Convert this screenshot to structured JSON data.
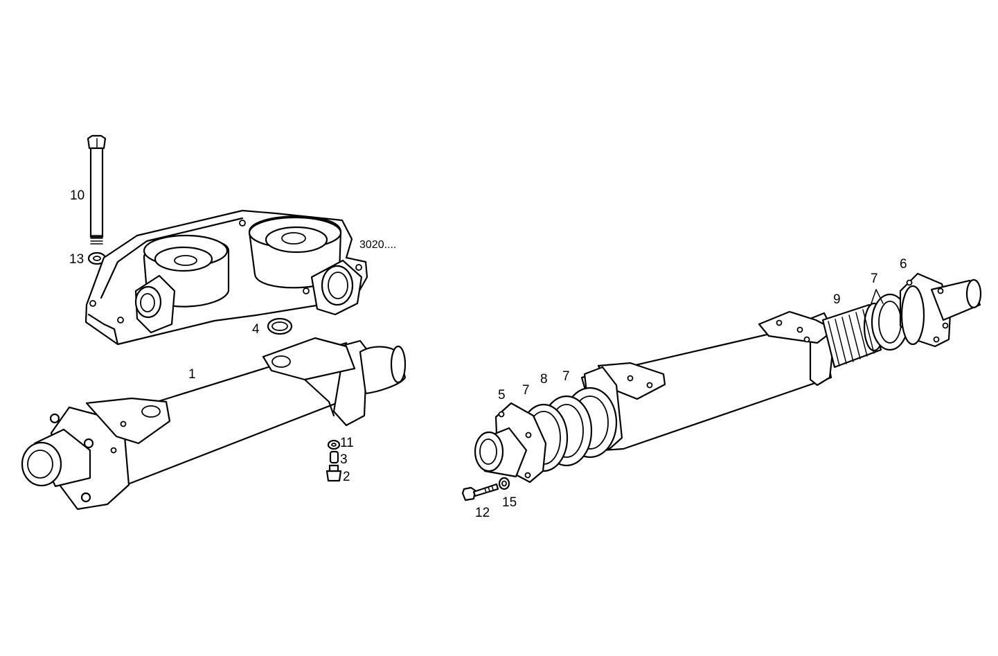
{
  "callouts": {
    "c1": "1",
    "c2": "2",
    "c3": "3",
    "c4": "4",
    "c5": "5",
    "c6": "6",
    "c7a": "7",
    "c7b": "7",
    "c7c": "7",
    "c8": "8",
    "c9": "9",
    "c10": "10",
    "c11": "11",
    "c12": "12",
    "c13": "13",
    "c15": "15",
    "ref": "3020...."
  },
  "parts": [
    {
      "num": "1",
      "name": "heat-exchanger-body"
    },
    {
      "num": "2",
      "name": "drain-plug"
    },
    {
      "num": "3",
      "name": "plug"
    },
    {
      "num": "4",
      "name": "o-ring"
    },
    {
      "num": "5",
      "name": "end-cover-left"
    },
    {
      "num": "6",
      "name": "end-cover-right"
    },
    {
      "num": "7",
      "name": "gasket"
    },
    {
      "num": "8",
      "name": "seal-ring"
    },
    {
      "num": "9",
      "name": "tube-bundle"
    },
    {
      "num": "10",
      "name": "long-bolt"
    },
    {
      "num": "11",
      "name": "washer"
    },
    {
      "num": "12",
      "name": "bolt"
    },
    {
      "num": "13",
      "name": "washer"
    },
    {
      "num": "15",
      "name": "washer"
    }
  ]
}
